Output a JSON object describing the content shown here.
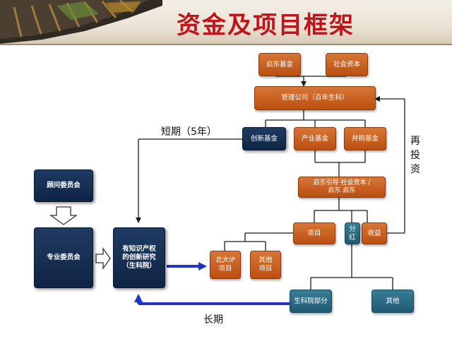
{
  "title": "资金及项目框架",
  "boxes": {
    "qidong_fund": "启东基金",
    "social_capital_top": "社会资本",
    "management_company": "管理公司（百年生科）",
    "innovation_fund": "创新基金",
    "industry_fund": "产业基金",
    "ma_fund": "并购基金",
    "qidong_guide": "启东引导    社会资本 /\n启东        启东",
    "project": "项目",
    "dividend": "分\n红",
    "income": "收益",
    "pku_ip": "北大IP\n项目",
    "other_projects": "其他\n项目",
    "advisory_committee": "顾问委员会",
    "expert_committee": "专业委员会",
    "ip_research": "有知识产权\n的创新研究\n（生科院）",
    "life_science_part": "生科院部分",
    "other_bottom": "其他"
  },
  "labels": {
    "short_term": "短期（5年）",
    "long_term": "长期",
    "reinvest": "再\n投\n资"
  },
  "colors": {
    "title_red": "#c0141b",
    "orange": "#c9601f",
    "navy": "#17304f",
    "teal": "#2d6b84",
    "arrow_blue": "#1f35c8"
  }
}
